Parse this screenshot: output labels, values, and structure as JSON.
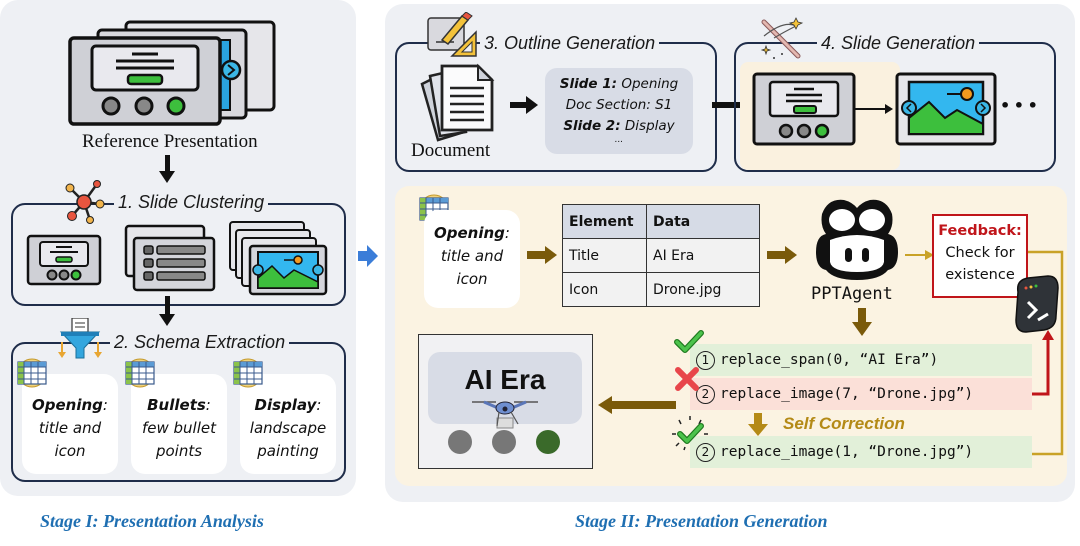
{
  "stage1": {
    "caption": "Stage I: Presentation Analysis",
    "reference_label": "Reference Presentation",
    "step1_title": "1. Slide Clustering",
    "step2_title": "2. Schema Extraction",
    "schemas": [
      {
        "name": "Opening",
        "desc_line1": "title and",
        "desc_line2": "icon"
      },
      {
        "name": "Bullets",
        "desc_line1": "few bullet",
        "desc_line2": "points"
      },
      {
        "name": "Display",
        "desc_line1": "landscape",
        "desc_line2": "painting"
      }
    ]
  },
  "stage2": {
    "caption": "Stage II:  Presentation Generation",
    "step3_title": "3. Outline Generation",
    "document_label": "Document",
    "outline": {
      "line1_bold": "Slide 1:",
      "line1_rest": " Opening",
      "line2": "Doc Section: S1",
      "line3_bold": "Slide 2:",
      "line3_rest": " Display",
      "ellipsis": "..."
    },
    "step4_title": "4. Slide Generation",
    "more_dots": "• • •",
    "schema_card": {
      "name": "Opening",
      "desc_line1": "title and",
      "desc_line2": "icon"
    },
    "table": {
      "headers": [
        "Element",
        "Data"
      ],
      "rows": [
        [
          "Title",
          "AI Era"
        ],
        [
          "Icon",
          "Drone.jpg"
        ]
      ]
    },
    "agent_label": "PPTAgent",
    "feedback": {
      "title": "Feedback",
      "line1": "Check for",
      "line2": "existence"
    },
    "actions": [
      {
        "num": "1",
        "code": "replace_span(0, “AI Era”)",
        "status": "success"
      },
      {
        "num": "2",
        "code": "replace_image(7, “Drone.jpg”)",
        "status": "error"
      },
      {
        "num": "2",
        "code": "replace_image(1, “Drone.jpg”)",
        "status": "corrected"
      }
    ],
    "self_correction_label": "Self Correction",
    "result_slide_title": "AI Era"
  },
  "colors": {
    "panel_bg": "#eef0f4",
    "frame_border": "#1f2d4a",
    "caption_blue": "#1f6fb2",
    "arrow_brown": "#7a5a0a",
    "gold_line": "#c9a227",
    "feedback_red": "#c0151a",
    "success_bg": "#e2f0d9",
    "error_bg": "#fbe0d8",
    "warm_bg": "#fbf3e2"
  }
}
